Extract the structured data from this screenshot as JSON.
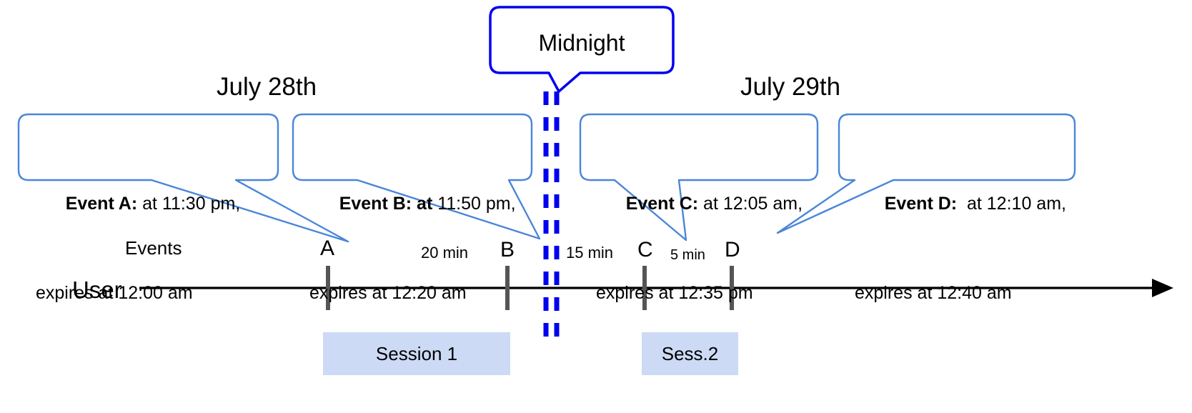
{
  "diagram": {
    "title_bubble": {
      "label": "Midnight"
    },
    "day_labels": [
      {
        "name": "day-left",
        "text": "July 28th"
      },
      {
        "name": "day-right",
        "text": "July 29th"
      }
    ],
    "row_labels": {
      "events": "Events",
      "user": "User"
    },
    "callouts": [
      {
        "id": "event-a",
        "bold_prefix": "Event A:",
        "line1_rest": " at 11:30 pm,",
        "line2": "expires at 12:00 am"
      },
      {
        "id": "event-b",
        "bold_prefix": "Event B: at",
        "line1_rest": " 11:50 pm,",
        "line2": "expires at 12:20 am"
      },
      {
        "id": "event-c",
        "bold_prefix": "Event C:",
        "line1_rest": " at 12:05 am,",
        "line2": "expires at 12:35 pm"
      },
      {
        "id": "event-d",
        "bold_prefix": "Event D:",
        "line1_rest": "  at 12:10 am,",
        "line2": "expires at 12:40 am"
      }
    ],
    "ticks": [
      {
        "id": "tick-a",
        "letter": "A"
      },
      {
        "id": "tick-b",
        "letter": "B"
      },
      {
        "id": "tick-c",
        "letter": "C"
      },
      {
        "id": "tick-d",
        "letter": "D"
      }
    ],
    "gaps": [
      {
        "id": "gap-ab",
        "text": "20 min"
      },
      {
        "id": "gap-bc",
        "text": "15 min"
      },
      {
        "id": "gap-cd",
        "text": "5 min"
      }
    ],
    "sessions": [
      {
        "id": "session-1",
        "label": "Session 1"
      },
      {
        "id": "session-2",
        "label": "Sess.2"
      }
    ],
    "colors": {
      "callout_border": "#4a86d8",
      "midnight_blue": "#0000ee",
      "session_fill": "#ccdaf5",
      "axis_black": "#000000",
      "tick_gray": "#555555"
    }
  }
}
